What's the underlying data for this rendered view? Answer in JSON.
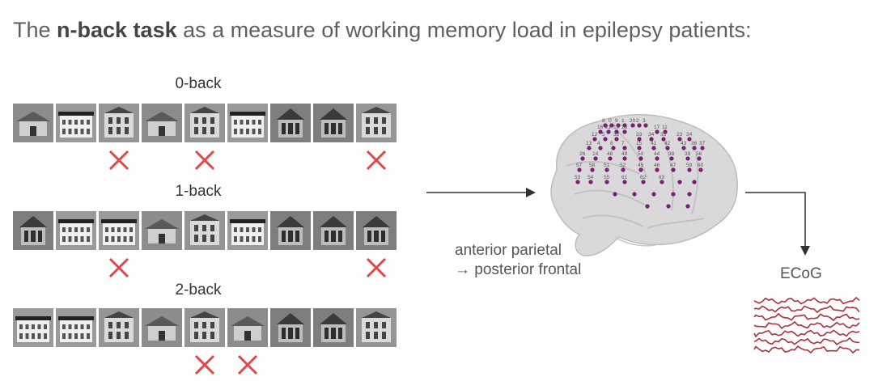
{
  "title": {
    "prefix": "The ",
    "bold": "n-back task",
    "suffix": " as a measure of working memory load in epilepsy patients:"
  },
  "conditions": [
    {
      "label": "0-back",
      "n_images": 9,
      "crossed_positions": [
        3,
        5,
        9
      ]
    },
    {
      "label": "1-back",
      "n_images": 9,
      "crossed_positions": [
        3,
        9
      ]
    },
    {
      "label": "2-back",
      "n_images": 9,
      "crossed_positions": [
        5,
        6
      ]
    }
  ],
  "arrow_annotation": {
    "line1": "anterior parietal",
    "line2": "→ posterior frontal"
  },
  "ecog_label": "ECoG",
  "colors": {
    "title_text": "#5f5f5f",
    "cross": "#e04848",
    "electrode": "#7a1a7a",
    "ecog_trace": "#b0303a",
    "brain": "#d8d8d8"
  },
  "electrode_labels": [
    "8",
    "0",
    "9",
    "1",
    "20",
    "2",
    "3",
    "16",
    "21",
    "19",
    "25",
    "17",
    "11",
    "12",
    "5",
    "32",
    "33",
    "34",
    "35",
    "23",
    "24",
    "13",
    "4",
    "6",
    "7",
    "15",
    "41",
    "42",
    "43",
    "36",
    "37",
    "26",
    "14",
    "48",
    "49",
    "50",
    "44",
    "38",
    "39",
    "56",
    "57",
    "58",
    "51",
    "52",
    "45",
    "46",
    "47",
    "59",
    "60",
    "53",
    "54",
    "55",
    "61",
    "62",
    "63"
  ]
}
